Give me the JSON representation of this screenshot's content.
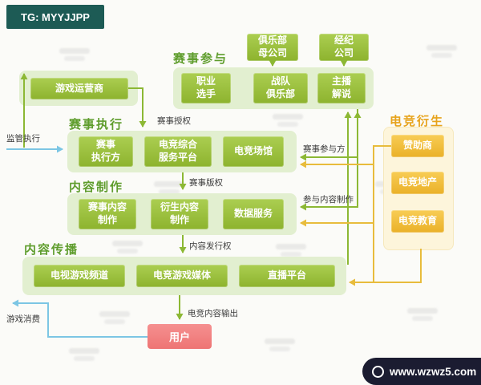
{
  "badges": {
    "tg": "TG: MYYJJPP",
    "site": "www.wzwz5.com"
  },
  "colors": {
    "green_box": "#8db32e",
    "green_container": "#e2efd0",
    "green_title": "#5f9d2d",
    "yellow_box": "#eab128",
    "yellow_container": "#fdf5db",
    "orange_title": "#e7a31c",
    "pink_user": "#ee7474",
    "arrow_green": "#8cb834",
    "arrow_yellow": "#e8bc3c",
    "arrow_blue": "#7cc6e4",
    "tg_badge_bg": "#1d5b55",
    "site_badge_bg": "#1b1c31"
  },
  "top_boxes": {
    "club_parent": {
      "label": "俱乐部\n母公司"
    },
    "agency": {
      "label": "经纪\n公司"
    }
  },
  "sections": {
    "participation": {
      "title": "赛事参与",
      "boxes": [
        {
          "label": "职业\n选手"
        },
        {
          "label": "战队\n俱乐部"
        },
        {
          "label": "主播\n解说"
        }
      ]
    },
    "operator": {
      "box": "游戏运营商"
    },
    "execution": {
      "title": "赛事执行",
      "boxes": [
        {
          "label": "赛事\n执行方"
        },
        {
          "label": "电竞综合\n服务平台"
        },
        {
          "label": "电竞场馆"
        }
      ]
    },
    "production": {
      "title": "内容制作",
      "boxes": [
        {
          "label": "赛事内容\n制作"
        },
        {
          "label": "衍生内容\n制作"
        },
        {
          "label": "数据服务"
        }
      ]
    },
    "distribution": {
      "title": "内容传播",
      "boxes": [
        {
          "label": "电视游戏频道"
        },
        {
          "label": "电竞游戏媒体"
        },
        {
          "label": "直播平台"
        }
      ]
    },
    "derivative": {
      "title": "电竞衍生",
      "boxes": [
        {
          "label": "赞助商"
        },
        {
          "label": "电竞地产"
        },
        {
          "label": "电竞教育"
        }
      ]
    },
    "user": {
      "label": "用户"
    }
  },
  "edge_labels": {
    "event_license": "赛事授权",
    "regulation": "监管执行",
    "event_participants": "赛事参与方",
    "event_copyright": "赛事版权",
    "join_production": "参与内容制作",
    "distribution_rights": "内容发行权",
    "content_output": "电竞内容输出",
    "game_consumption": "游戏消费"
  }
}
